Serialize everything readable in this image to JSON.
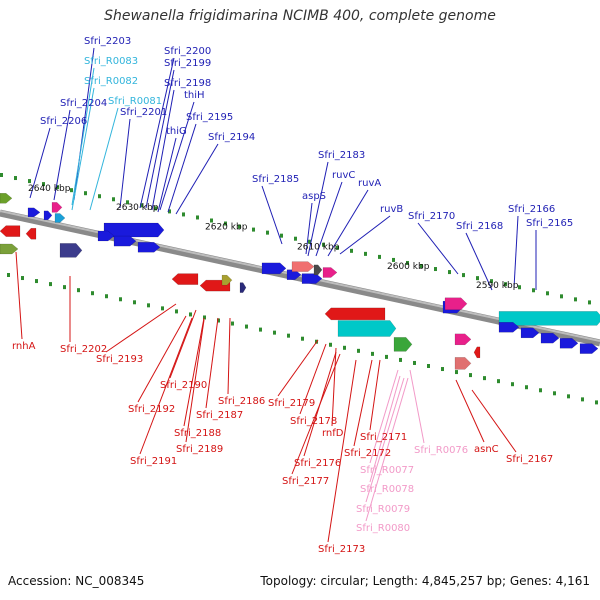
{
  "title": "Shewanella frigidimarina NCIMB 400, complete genome",
  "footer": {
    "accession": "Accession: NC_008345",
    "topology": "Topology: circular; Length: 4,845,257 bp; Genes: 4,161"
  },
  "colors": {
    "forward_gene": "#1a1adc",
    "reverse_gene": "#e01818",
    "rrna": "#00c8c8",
    "trna_forward": "#33b5dc",
    "trna_reverse": "#f29ac8",
    "backbone": "#8a8a8a"
  },
  "ticks": [
    "2640 kbp",
    "2630 kbp",
    "2620 kbp",
    "2610 kbp",
    "2600 kbp",
    "2590 kbp"
  ],
  "labels_forward": [
    "Sfri_2203",
    "Sfri_R0083",
    "Sfri_R0082",
    "Sfri_2200",
    "Sfri_2199",
    "Sfri_2198",
    "Sfri_2204",
    "Sfri_R0081",
    "thiH",
    "Sfri_2206",
    "Sfri_2201",
    "Sfri_2195",
    "thiG",
    "Sfri_2194",
    "Sfri_2183",
    "Sfri_2185",
    "ruvC",
    "ruvA",
    "aspS",
    "ruvB",
    "Sfri_2170",
    "Sfri_2166",
    "Sfri_2168",
    "Sfri_2165"
  ],
  "labels_reverse": [
    "rnhA",
    "Sfri_2202",
    "Sfri_2193",
    "Sfri_2190",
    "Sfri_2186",
    "Sfri_2192",
    "Sfri_2187",
    "Sfri_2188",
    "Sfri_2189",
    "Sfri_2191",
    "Sfri_2179",
    "Sfri_2178",
    "rnfD",
    "Sfri_2176",
    "Sfri_2177",
    "Sfri_2171",
    "Sfri_2172",
    "Sfri_R0076",
    "asnC",
    "Sfri_2167",
    "Sfri_R0077",
    "Sfri_R0078",
    "Sfri_R0079",
    "Sfri_R0080",
    "Sfri_2173"
  ]
}
